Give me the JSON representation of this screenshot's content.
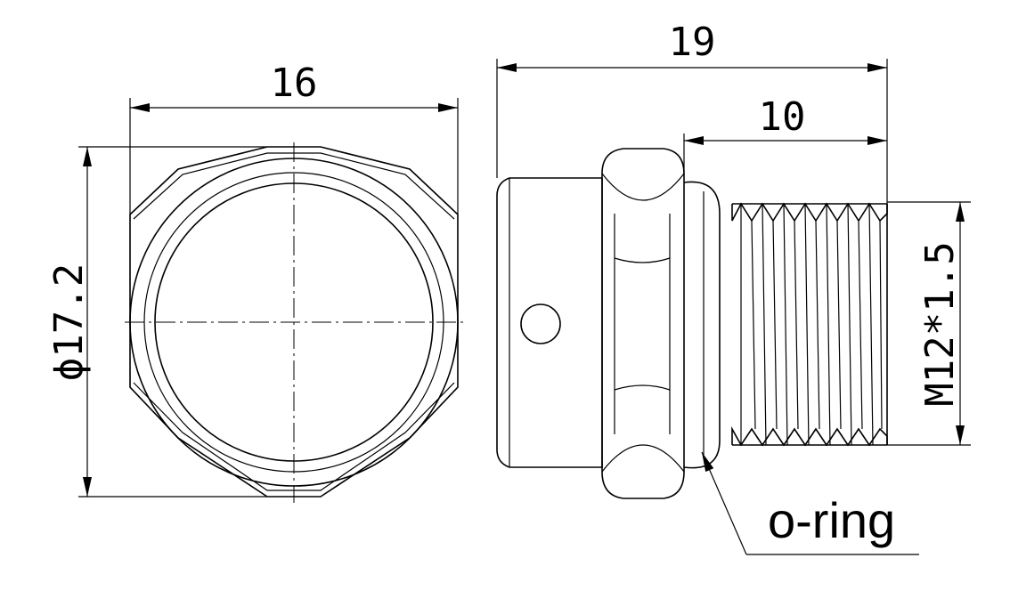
{
  "front_view": {
    "width_dim": "16",
    "diameter_dim": "ϕ17.2"
  },
  "side_view": {
    "length_dim": "19",
    "thread_length_dim": "10",
    "thread_spec": "M12*1.5",
    "oring_label": "o-ring"
  }
}
